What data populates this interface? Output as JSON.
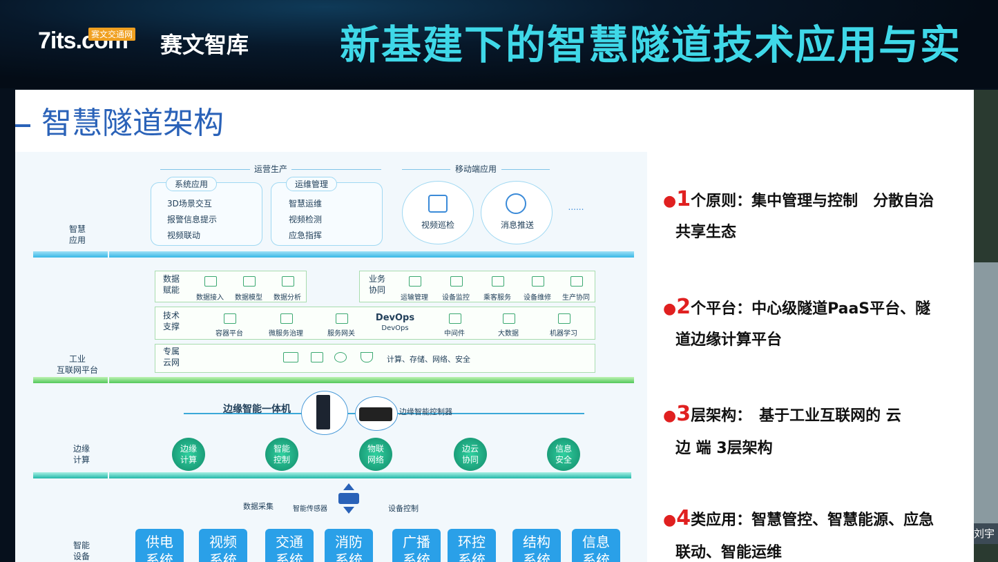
{
  "header": {
    "logo_text": "7its.com",
    "logo_badge": "赛文交通网",
    "logo_cn": "赛文智库",
    "banner_title": "新基建下的智慧隧道技术应用与实"
  },
  "slide": {
    "title": "智慧隧道架构",
    "diagram": {
      "section_top_left": "运营生产",
      "section_top_right": "移动端应用",
      "layer_smart_app": "智慧\n应用",
      "panel_sys": {
        "title": "系统应用",
        "items": [
          "3D场景交互",
          "报警信息提示",
          "视频联动"
        ]
      },
      "panel_ops": {
        "title": "运维管理",
        "items": [
          "智慧运维",
          "视频检测",
          "应急指挥"
        ]
      },
      "mobile_video": "视频巡检",
      "mobile_msg": "消息推送",
      "more": "......",
      "data_label": "数据\n赋能",
      "data_items": [
        "数据接入",
        "数据模型",
        "数据分析"
      ],
      "biz_label": "业务\n协同",
      "biz_items": [
        "运输管理",
        "设备监控",
        "乘客服务",
        "设备维修",
        "生产协同"
      ],
      "tech_label": "技术\n支撑",
      "tech_items": [
        "容器平台",
        "微服务治理",
        "服务网关",
        "DevOps",
        "中间件",
        "大数据",
        "机器学习"
      ],
      "devops_big": "DevOps",
      "cloud_label": "专属\n云网",
      "cloud_text": "计算、存储、网络、安全",
      "layer_platform": "工业\n互联网平台",
      "edge_box": "边缘智能一体机",
      "edge_ctrl": "边缘智能控制器",
      "edge_dots": [
        "边缘\n计算",
        "智能\n控制",
        "物联\n网络",
        "边云\n协同",
        "信息\n安全"
      ],
      "layer_edge": "边缘\n计算",
      "data_collect": "数据采集",
      "sensor": "智能传感器",
      "device_ctrl": "设备控制",
      "layer_device": "智能\n设备",
      "systems": [
        "供电\n系统",
        "视频\n系统",
        "交通\n系统",
        "消防\n系统",
        "广播\n系统",
        "环控\n系统",
        "结构\n系统",
        "信息\n系统"
      ]
    },
    "points": [
      {
        "num": "1",
        "line1": "个原则：集中管理与控制　分散自治",
        "line2": "共享生态"
      },
      {
        "num": "2",
        "line1": "个平台：中心级隧道PaaS平台、隧",
        "line2": "道边缘计算平台"
      },
      {
        "num": "3",
        "line1": "层架构：　基于工业互联网的 云",
        "line2": "边 端 3层架构"
      },
      {
        "num": "4",
        "line1": "类应用：智慧管控、智慧能源、应急",
        "line2": "联动、智能运维"
      }
    ]
  },
  "side": {
    "speaker_name": "刘宇"
  }
}
